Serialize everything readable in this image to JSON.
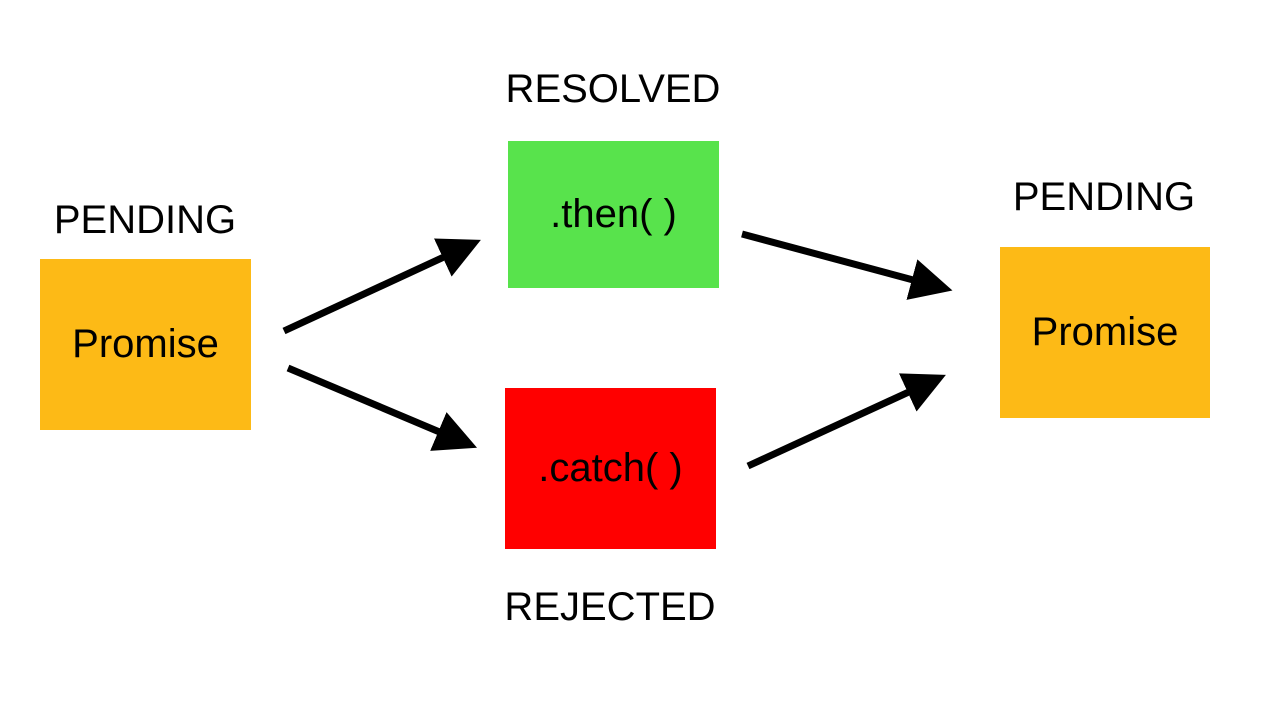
{
  "labels": {
    "pending_left": "PENDING",
    "resolved": "RESOLVED",
    "rejected": "REJECTED",
    "pending_right": "PENDING"
  },
  "boxes": {
    "promise_left": {
      "text": "Promise",
      "color": "#FDBA16"
    },
    "then": {
      "text": ".then( )",
      "color": "#58E34C"
    },
    "catch": {
      "text": ".catch( )",
      "color": "#FF0000"
    },
    "promise_right": {
      "text": "Promise",
      "color": "#FDBA16"
    }
  },
  "arrow_color": "#000000"
}
